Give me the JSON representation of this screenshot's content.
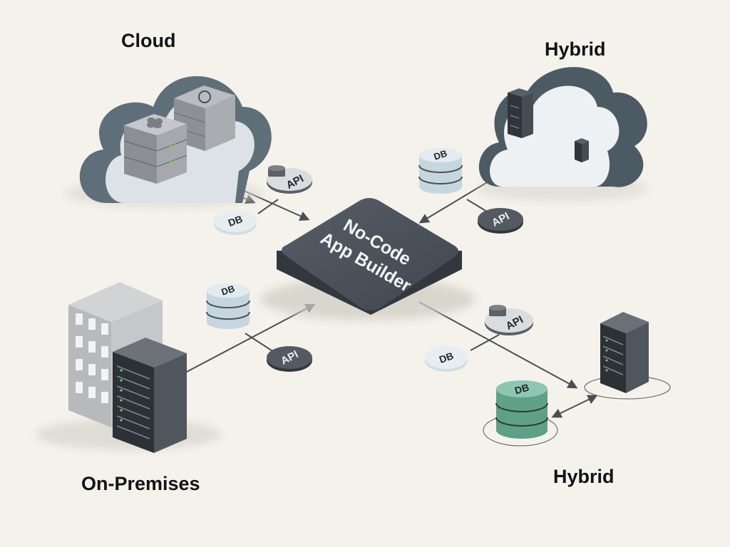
{
  "regions": {
    "cloud": "Cloud",
    "hybrid_top": "Hybrid",
    "on_premises": "On-Premises",
    "hybrid_bottom": "Hybrid"
  },
  "hub": {
    "line1": "No-Code",
    "line2": "App Builder"
  },
  "badges": {
    "db": "DB",
    "api": "API"
  },
  "colors": {
    "background": "#f4f2ea",
    "hub": "#474d55",
    "cloud_dark": "#5f707a",
    "server_dark": "#3a3f46",
    "db_light": "#dde6ea",
    "db_teal": "#6fb09a",
    "api_dark": "#4a5058",
    "arrow": "#4a4f55"
  },
  "icons": [
    "cloud-icon",
    "server-rack-icon",
    "database-icon",
    "office-building-icon",
    "api-badge-icon"
  ]
}
